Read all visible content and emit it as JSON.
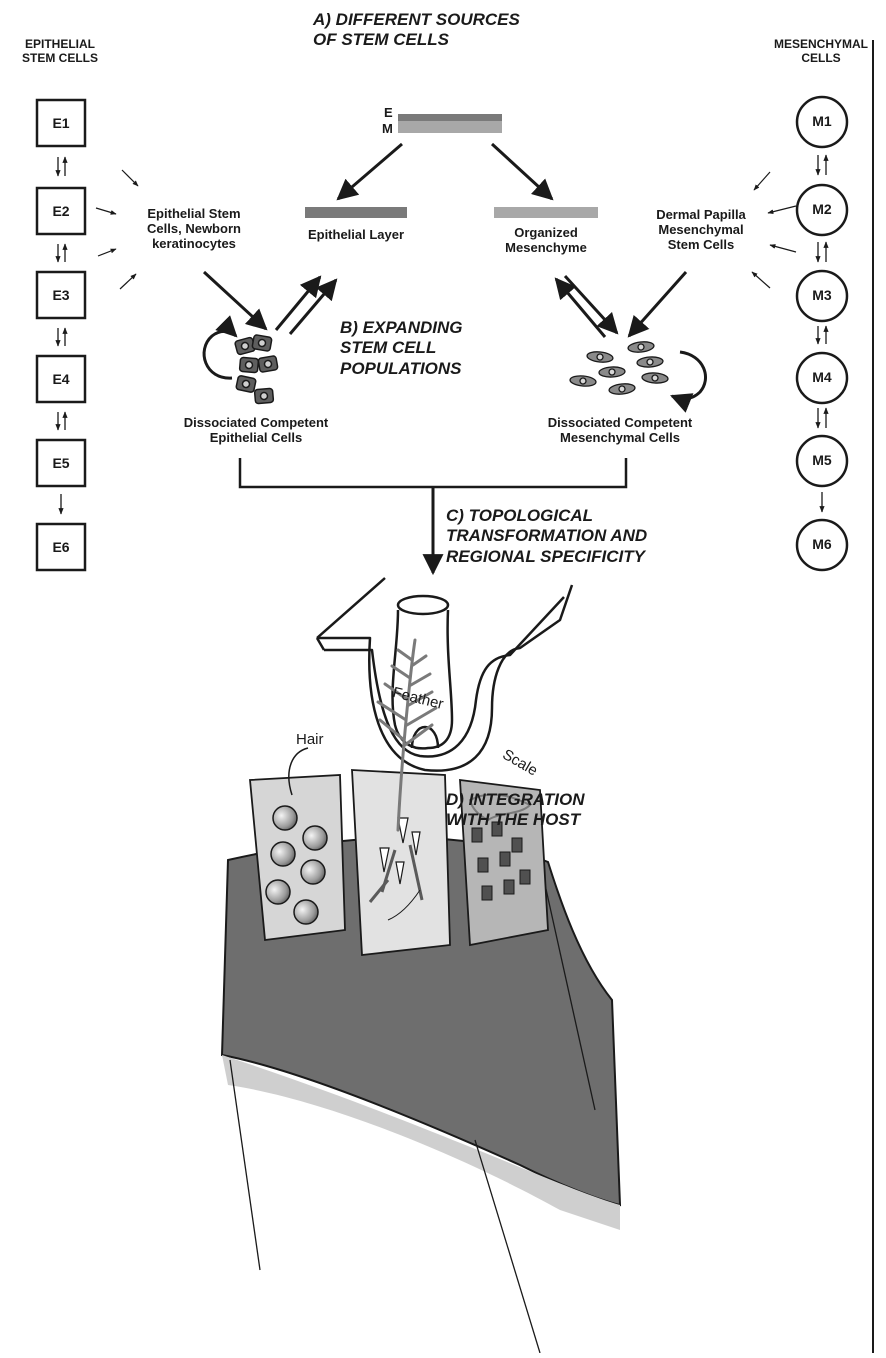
{
  "headers": {
    "left": "EPITHELIAL\nSTEM CELLS",
    "right": "MESENCHYMAL\nCELLS"
  },
  "sections": {
    "a": "A)  DIFFERENT SOURCES\nOF STEM CELLS",
    "b": "B)  EXPANDING\nSTEM CELL\nPOPULATIONS",
    "c": "C)  TOPOLOGICAL\nTRANSFORMATION AND\nREGIONAL SPECIFICITY",
    "d": "D)  INTEGRATION\nWITH THE HOST"
  },
  "epithelial_stages": [
    "E1",
    "E2",
    "E3",
    "E4",
    "E5",
    "E6"
  ],
  "mesenchymal_stages": [
    "M1",
    "M2",
    "M3",
    "M4",
    "M5",
    "M6"
  ],
  "em_bar": {
    "e": "E",
    "m": "M"
  },
  "labels": {
    "epi_sources": "Epithelial Stem\nCells, Newborn\nkeratinocytes",
    "epi_layer": "Epithelial Layer",
    "org_mes": "Organized\nMesenchyme",
    "dermal": "Dermal Papilla\nMesenchymal\nStem Cells",
    "diss_epi": "Dissociated Competent\nEpithelial Cells",
    "diss_mes": "Dissociated Competent\nMesenchymal Cells",
    "hair": "Hair",
    "feather": "Feather",
    "scale": "Scale"
  },
  "colors": {
    "ink": "#1a1a1a",
    "epithelial_gray": "#7a7a7a",
    "mesenchyme_gray": "#a8a8a8",
    "skin_dark": "#6e6e6e",
    "panel_light": "#d6d6d6",
    "shadow": "#cfcfcf"
  }
}
